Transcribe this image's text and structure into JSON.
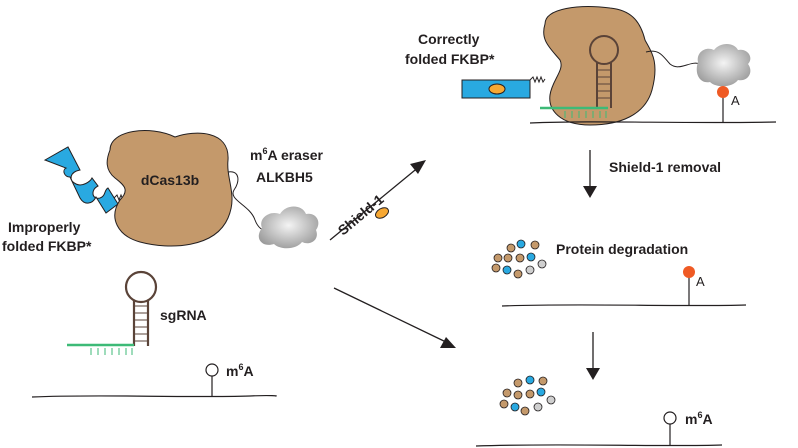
{
  "colors": {
    "cas": "#c4996b",
    "fkbp": "#29a9e1",
    "shield": "#f7a833",
    "eraser_light": "#f2f2f2",
    "eraser_dark": "#9d9d9d",
    "guide": "#3dba77",
    "stem": "#5a4338",
    "methyl_active": "#ef5a24",
    "ink": "#231f20"
  },
  "left": {
    "improper_label_1": "Improperly",
    "improper_label_2": "folded FKBP*",
    "cas_label": "dCas13b",
    "eraser_label_1_pre": "m",
    "eraser_label_1_sup": "6",
    "eraser_label_1_post": "A eraser",
    "eraser_label_2": "ALKBH5",
    "sgrna_label": "sgRNA",
    "m6a_pre": "m",
    "m6a_sup": "6",
    "m6a_post": "A"
  },
  "arrows": {
    "shield_label": "Shield-1"
  },
  "top_right": {
    "correct_label_1": "Correctly",
    "correct_label_2": "folded FKBP*",
    "a_label": "A"
  },
  "middle_right": {
    "removal_label": "Shield-1 removal",
    "degradation_label": "Protein degradation",
    "a_label": "A"
  },
  "bottom_right": {
    "m6a_pre": "m",
    "m6a_sup": "6",
    "m6a_post": "A"
  }
}
